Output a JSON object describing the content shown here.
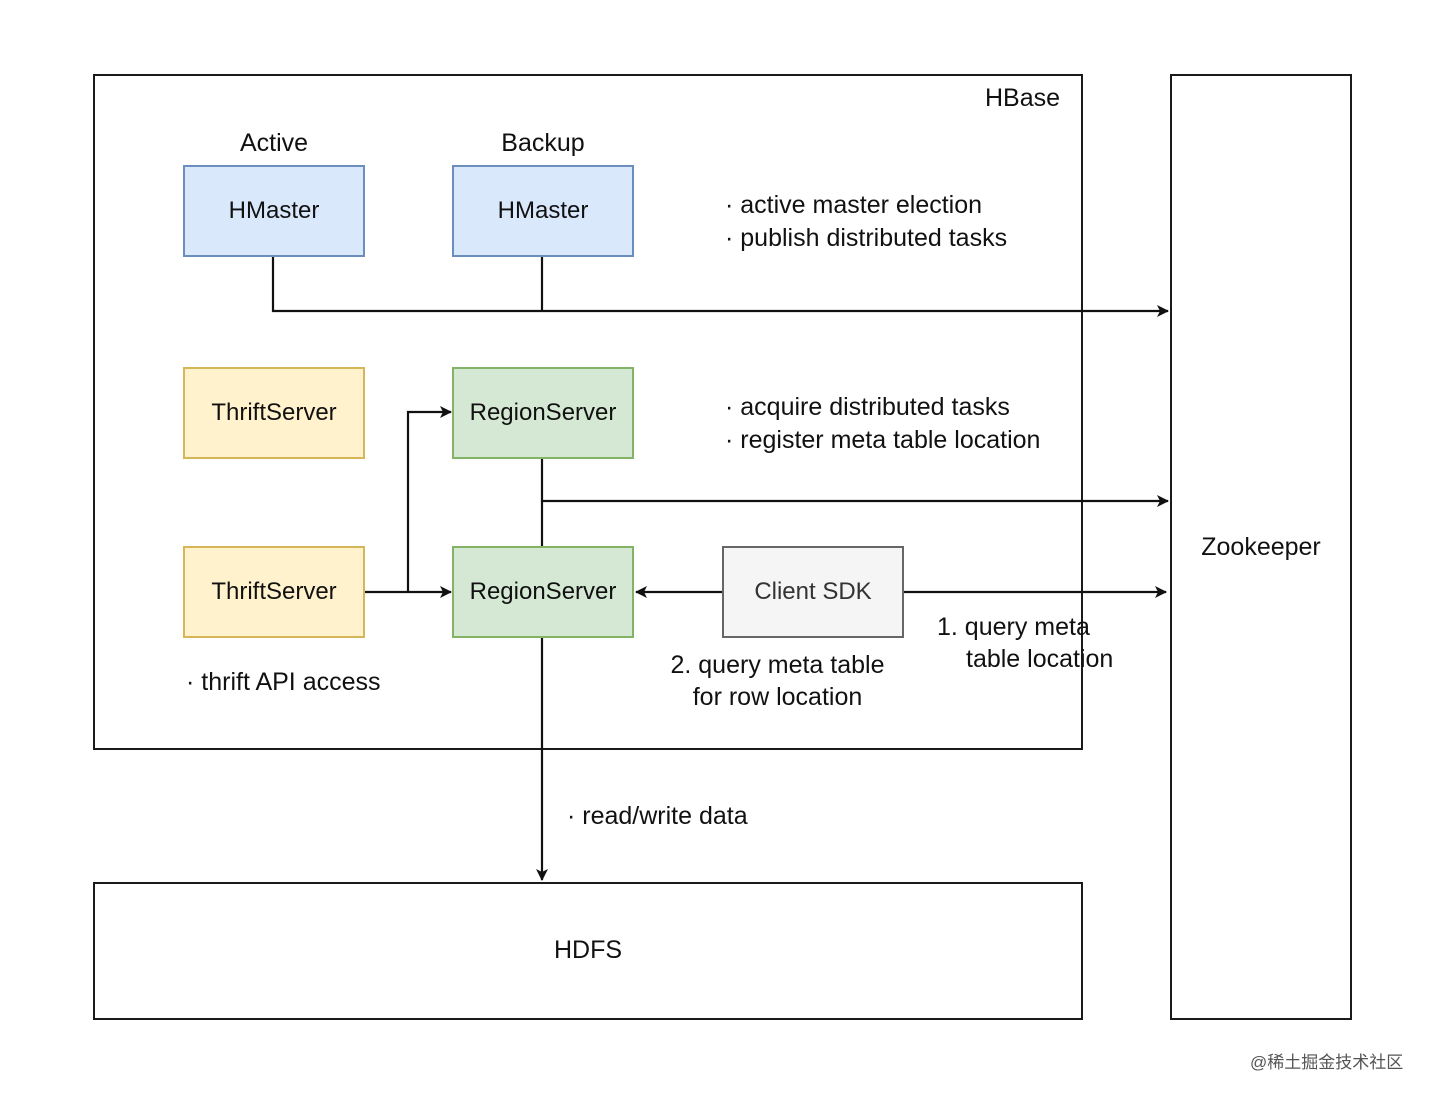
{
  "hbase": {
    "label": "HBase"
  },
  "zookeeper": {
    "label": "Zookeeper"
  },
  "hdfs": {
    "label": "HDFS"
  },
  "masters": {
    "active_caption": "Active",
    "backup_caption": "Backup",
    "active_label": "HMaster",
    "backup_label": "HMaster",
    "notes": [
      "· active master election",
      "· publish distributed tasks"
    ]
  },
  "regionservers": {
    "top_label": "RegionServer",
    "bottom_label": "RegionServer",
    "notes": [
      "· acquire distributed tasks",
      "· register meta table location"
    ]
  },
  "thrift": {
    "top_label": "ThriftServer",
    "bottom_label": "ThriftServer",
    "note": "· thrift API access"
  },
  "client": {
    "label": "Client SDK",
    "step2": [
      "2. query meta table",
      "for row location"
    ],
    "step1": [
      "1. query meta",
      "table location"
    ]
  },
  "hdfs_edge": {
    "note": "· read/write data"
  },
  "watermark": "@稀土掘金技术社区",
  "colors": {
    "hmaster_fill": "#dae8fc",
    "hmaster_stroke": "#6c8ebf",
    "thrift_fill": "#fff2cc",
    "thrift_stroke": "#d6b656",
    "region_fill": "#d5e8d4",
    "region_stroke": "#82b366",
    "client_fill": "#f5f5f5",
    "client_stroke": "#666666"
  }
}
